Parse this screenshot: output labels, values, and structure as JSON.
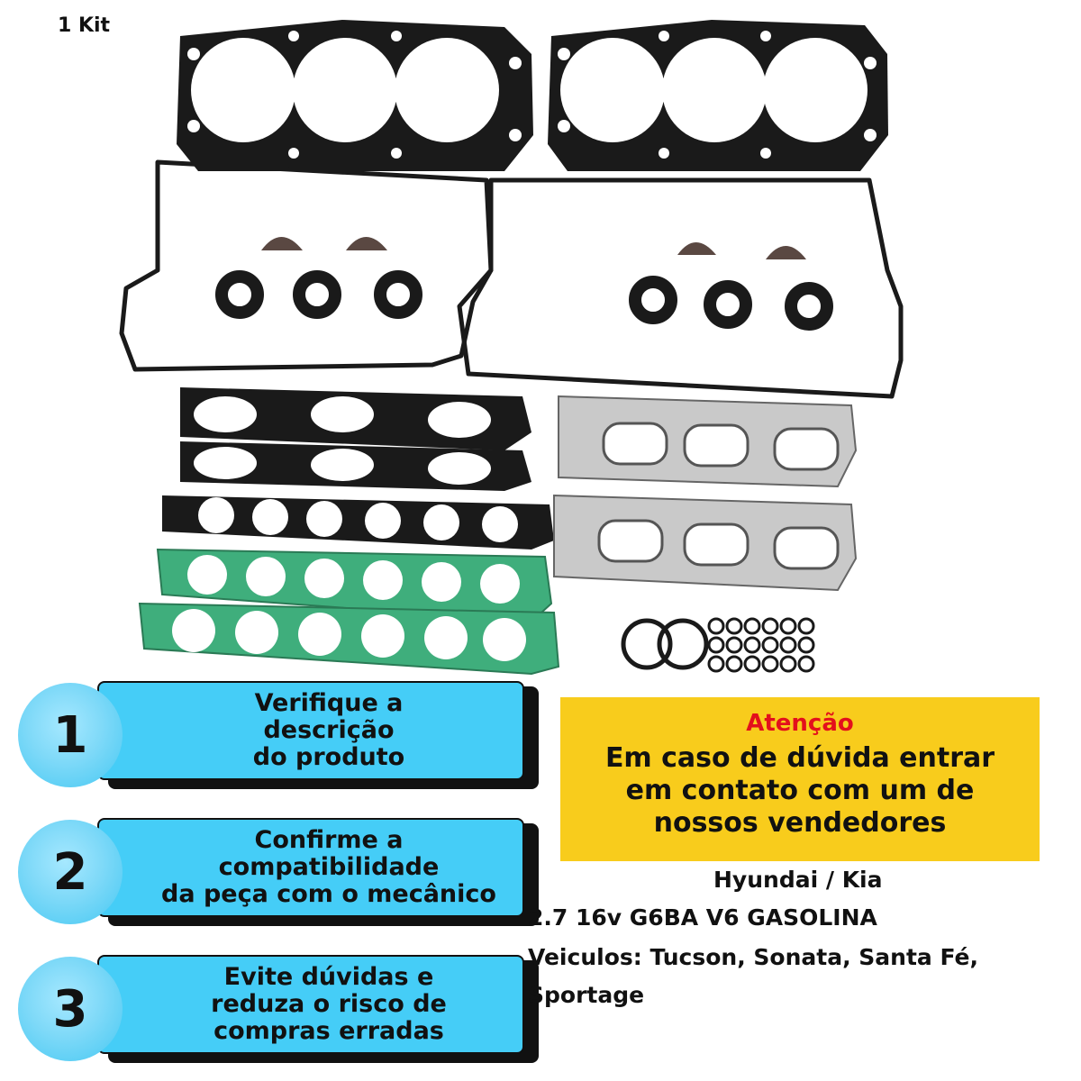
{
  "kit_label": "1 Kit",
  "steps": [
    {
      "number": "1",
      "text": "Verifique a\ndescrição\ndo produto"
    },
    {
      "number": "2",
      "text": "Confirme a\ncompatibilidade\nda peça com o mecânico"
    },
    {
      "number": "3",
      "text": "Evite dúvidas e\nreduza o risco de\ncompras erradas"
    }
  ],
  "attention": {
    "title": "Atenção",
    "body": "Em caso de dúvida entrar\nem contato com um de\nnossos vendedores"
  },
  "product": {
    "brand": "Hyundai / Kia",
    "engine": "2.7 16v G6BA V6 GASOLINA",
    "vehicles": "Veiculos: Tucson, Sonata, Santa Fé,",
    "vehicles_cont": "Sportage"
  },
  "colors": {
    "banner": "#45cdf7",
    "attention_bg": "#f8cc1c",
    "attention_title": "#e3101c",
    "gasket_green": "#3fae7c",
    "gasket_black": "#1a1a1a",
    "gasket_metal": "#c9c9c9"
  }
}
